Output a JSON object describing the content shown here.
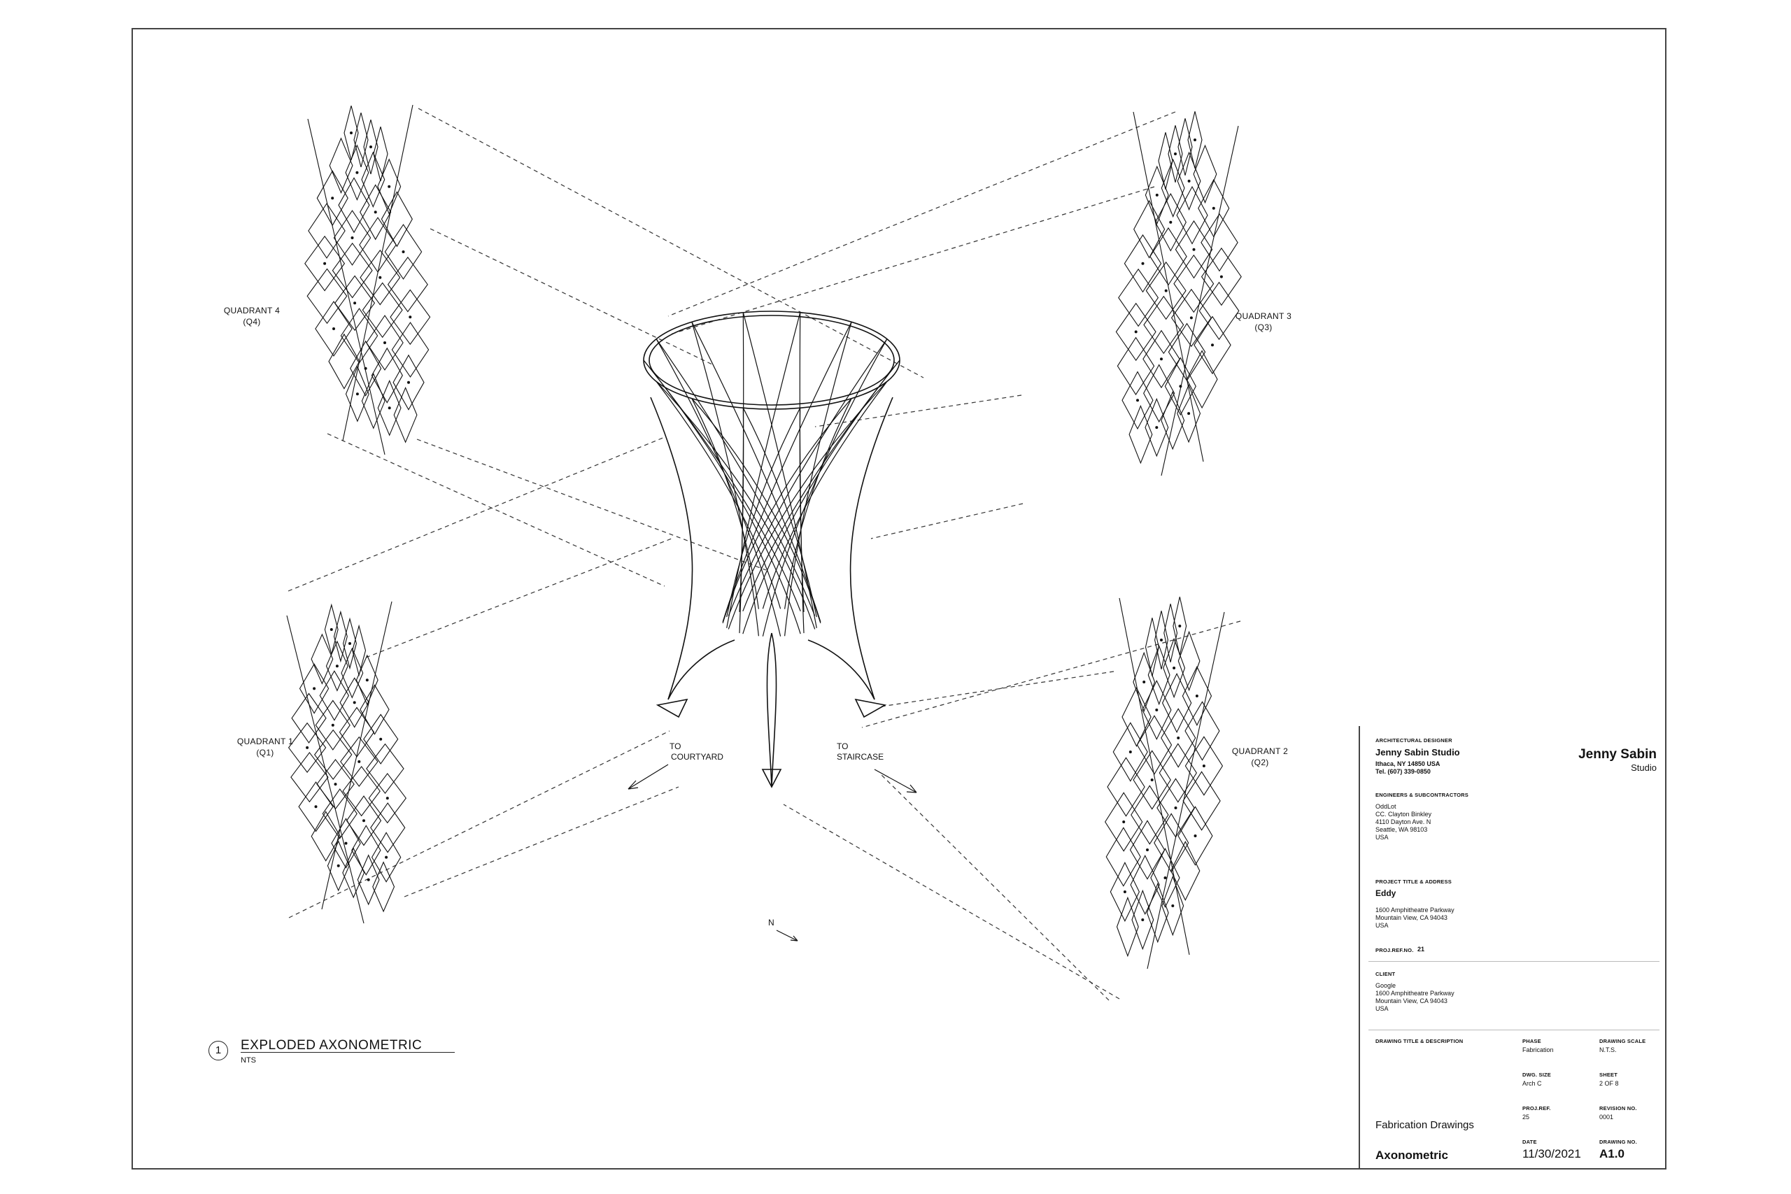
{
  "labels": {
    "q4": [
      "QUADRANT 4",
      "(Q4)"
    ],
    "q3": [
      "QUADRANT 3",
      "(Q3)"
    ],
    "q1": [
      "QUADRANT 1",
      "(Q1)"
    ],
    "q2": [
      "QUADRANT 2",
      "(Q2)"
    ],
    "to_courtyard": [
      "TO",
      "COURTYARD"
    ],
    "to_staircase": [
      "TO",
      "STAIRCASE"
    ],
    "north": "N"
  },
  "caption": {
    "number": "1",
    "title": "EXPLODED AXONOMETRIC",
    "scale": "NTS"
  },
  "title_block": {
    "arch_designer_heading": "ARCHITECTURAL DESIGNER",
    "studio_name": "Jenny Sabin Studio",
    "studio_address": "Ithaca, NY 14850 USA",
    "studio_tel": "Tel. (607) 339-0850",
    "logo_line1": "Jenny Sabin",
    "logo_line2": "Studio",
    "engineers_heading": "ENGINEERS & SUBCONTRACTORS",
    "engineers_lines": [
      "OddLot",
      "CC. Clayton Binkley",
      "4110 Dayton Ave. N",
      "Seattle, WA 98103",
      "USA"
    ],
    "project_heading": "PROJECT TITLE & ADDRESS",
    "project_name": "Eddy",
    "project_lines": [
      "1600 Amphitheatre Parkway",
      "Mountain View, CA 94043",
      "USA"
    ],
    "proj_ref_label": "PROJ.REF.NO.",
    "proj_ref_value": "21",
    "client_heading": "CLIENT",
    "client_lines": [
      "Google",
      "1600 Amphitheatre Parkway",
      "Mountain View, CA 94043",
      "USA"
    ],
    "drawing_title_heading": "DRAWING TITLE & DESCRIPTION",
    "phase_label": "PHASE",
    "phase_value": "Fabrication",
    "drawing_scale_label": "DRAWING SCALE",
    "drawing_scale_value": "N.T.S.",
    "dwg_size_label": "DWG. SIZE",
    "dwg_size_value": "Arch C",
    "sheet_label": "SHEET",
    "sheet_value": "2 OF 8",
    "proj_ref2_label": "PROJ.REF.",
    "proj_ref2_value": "25",
    "revision_label": "REVISION NO.",
    "revision_value": "0001",
    "drawing_set": "Fabrication Drawings",
    "date_label": "DATE",
    "date_value": "11/30/2021",
    "drawing_no_label": "DRAWING NO.",
    "drawing_no_value": "A1.0",
    "drawing_name": "Axonometric"
  }
}
